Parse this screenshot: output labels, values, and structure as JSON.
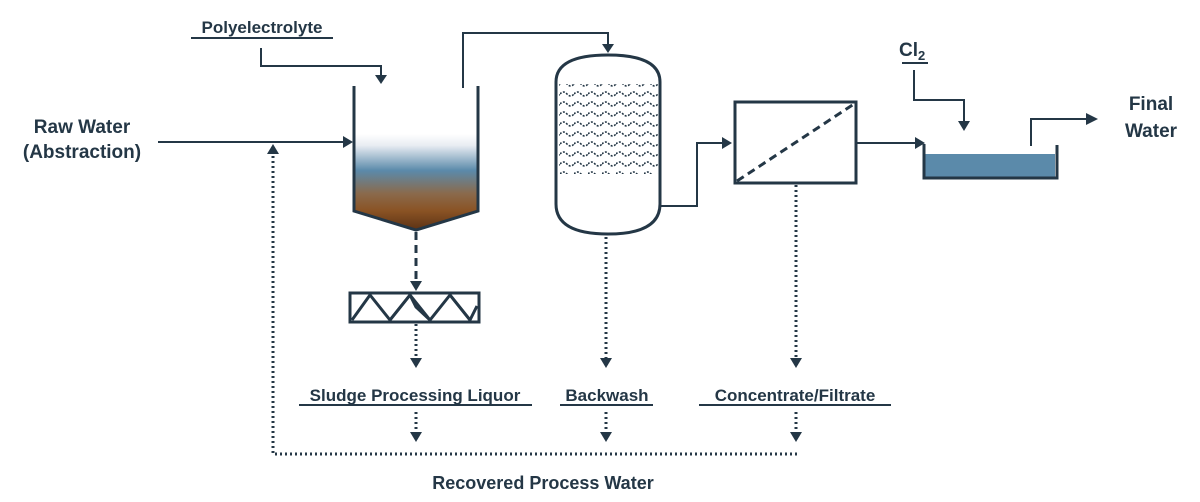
{
  "diagram": {
    "title": "Water treatment process flow with recovered process water",
    "colors": {
      "line": "#243746",
      "water_blue": "#5b8aaa",
      "sludge_brown": "#8a5324",
      "sludge_dark": "#6b3a17",
      "background": "#ffffff"
    },
    "labels": {
      "raw_water_line1": "Raw Water",
      "raw_water_line2": "(Abstraction)",
      "polyelectrolyte": "Polyelectrolyte",
      "chlorine": "Cl",
      "chlorine_subscript": "2",
      "final_water_line1": "Final",
      "final_water_line2": "Water",
      "sludge_processing_liquor": "Sludge Processing Liquor",
      "backwash": "Backwash",
      "concentrate_filtrate": "Concentrate/Filtrate",
      "recovered_process_water": "Recovered Process Water"
    },
    "units": [
      {
        "id": "clarifier",
        "name": "Clarifier / settling tank",
        "receives": [
          "Raw Water",
          "Polyelectrolyte",
          "Recovered Process Water"
        ],
        "outputs": [
          "Filter",
          "Sludge conveyor"
        ]
      },
      {
        "id": "sludge-conveyor",
        "name": "Sludge processing (screw conveyor)",
        "outputs": [
          "Sludge Processing Liquor"
        ]
      },
      {
        "id": "filter-vessel",
        "name": "Media filter vessel",
        "outputs": [
          "Membrane unit",
          "Backwash"
        ]
      },
      {
        "id": "membrane-unit",
        "name": "Membrane filtration unit",
        "outputs": [
          "Contact tank",
          "Concentrate/Filtrate"
        ]
      },
      {
        "id": "contact-tank",
        "name": "Chlorine contact tank",
        "receives": [
          "Cl2"
        ],
        "outputs": [
          "Final Water"
        ]
      }
    ],
    "line_styles": {
      "solid": "main process flow",
      "dashed": "sludge flow",
      "dotted": "recovered process water"
    }
  }
}
